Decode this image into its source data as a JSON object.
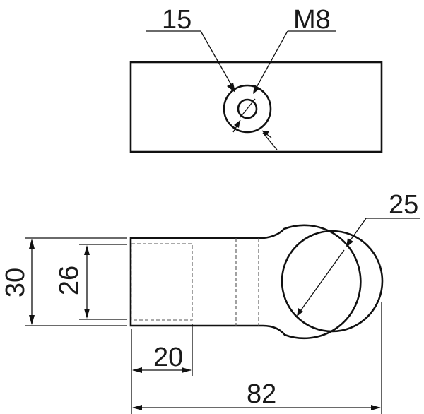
{
  "dimensions": {
    "hole_outer": "15",
    "thread": "M8",
    "eye_diameter": "25",
    "overall_height": "30",
    "inner_height": "26",
    "shank_length": "20",
    "overall_length": "82"
  },
  "colors": {
    "line": "#111111",
    "hidden_line": "#555555",
    "background": "#ffffff"
  }
}
